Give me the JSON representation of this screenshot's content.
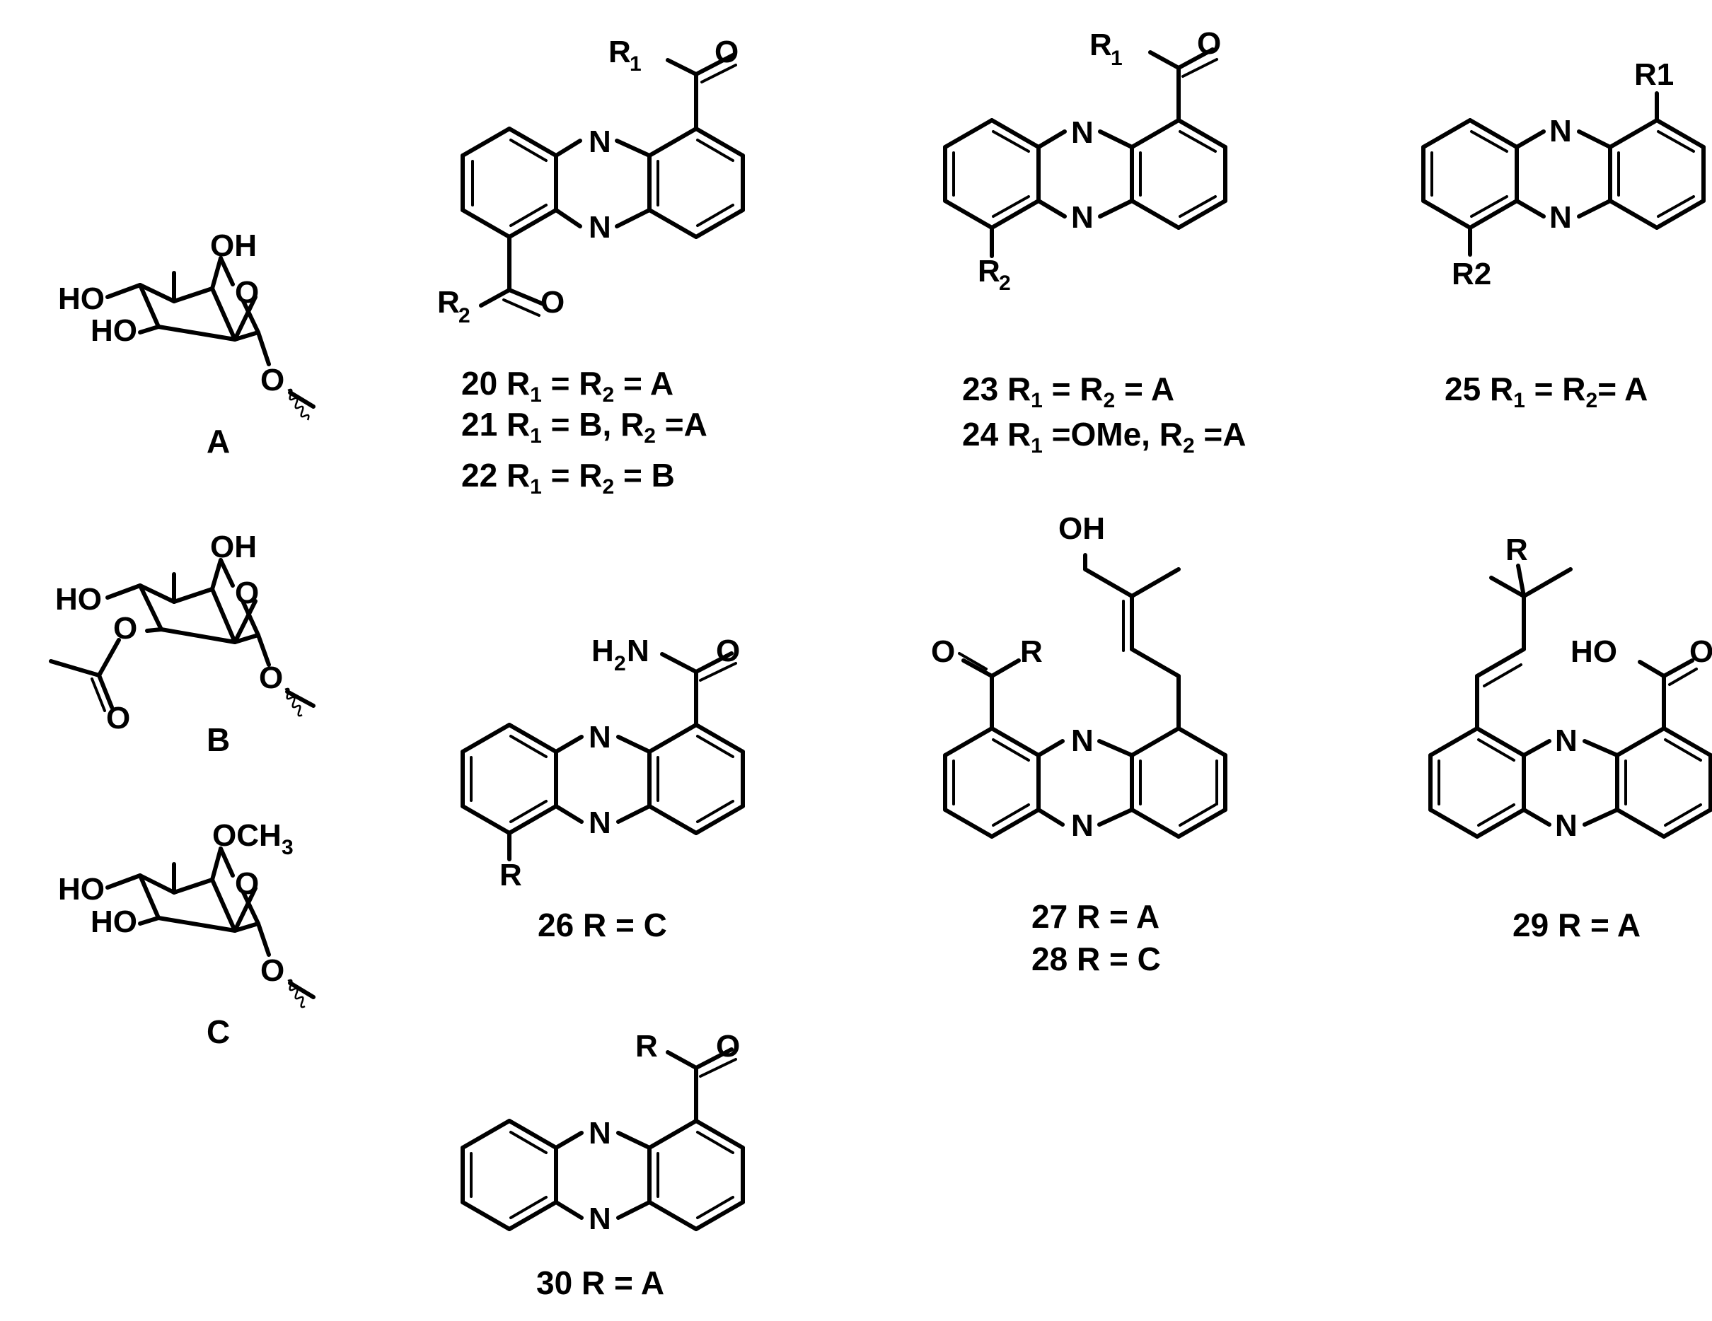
{
  "sugars": {
    "A": {
      "label": "A",
      "oh_top": "OH",
      "ring_o": "O",
      "ho_left": "HO",
      "ho_lower": "HO",
      "glyco_o": "O"
    },
    "B": {
      "label": "B",
      "oh_top": "OH",
      "ring_o": "O",
      "ho_left": "HO",
      "ester_o": "O",
      "carbonyl_o": "O",
      "glyco_o": "O"
    },
    "C": {
      "label": "C",
      "och3_top": "OCH",
      "och3_sub": "3",
      "ring_o": "O",
      "ho_left": "HO",
      "ho_lower": "HO",
      "glyco_o": "O"
    }
  },
  "compounds": {
    "c20": {
      "atoms": {
        "r1": "R",
        "r1_sub": "1",
        "o_top": "O",
        "r2": "R",
        "r2_sub": "2",
        "o_bot": "O",
        "n_top": "N",
        "n_bot": "N"
      },
      "captions": [
        {
          "a": "20  R",
          "s1": "1",
          "b": " = R",
          "s2": "2",
          "c": " = A"
        },
        {
          "a": "21  R",
          "s1": "1",
          "b": " = B, R",
          "s2": "2",
          "c": "  =A"
        },
        {
          "a": "22  R",
          "s1": "1",
          "b": " = R",
          "s2": "2",
          "c": " = B"
        }
      ]
    },
    "c23": {
      "atoms": {
        "r1": "R",
        "r1_sub": "1",
        "o_top": "O",
        "r2": "R",
        "r2_sub": "2",
        "n_top": "N",
        "n_bot": "N"
      },
      "captions": [
        {
          "a": "23 R",
          "s1": "1",
          "b": " = R",
          "s2": "2",
          "c": " = A"
        },
        {
          "a": "24 R",
          "s1": "1",
          "b": " =OMe, R",
          "s2": "2",
          "c": " =A"
        }
      ]
    },
    "c25": {
      "atoms": {
        "r1": "R1",
        "r2": "R2",
        "n_top": "N",
        "n_bot": "N"
      },
      "caption": {
        "a": "25 R",
        "s1": "1",
        "b": " = R",
        "s2": "2",
        "c": "= A"
      }
    },
    "c26": {
      "atoms": {
        "h2n": "H",
        "h2n_sub": "2",
        "h2n_n": "N",
        "o_top": "O",
        "r": "R",
        "n_top": "N",
        "n_bot": "N"
      },
      "caption": "26 R = C"
    },
    "c27": {
      "atoms": {
        "oh": "OH",
        "o_left": "O",
        "r": "R",
        "n_top": "N",
        "n_bot": "N"
      },
      "captions": [
        "27 R = A",
        "28 R = C"
      ]
    },
    "c29": {
      "atoms": {
        "r": "R",
        "ho": "HO",
        "o_right": "O",
        "n_top": "N",
        "n_bot": "N"
      },
      "caption": "29 R = A"
    },
    "c30": {
      "atoms": {
        "r": "R",
        "o_top": "O",
        "n_top": "N",
        "n_bot": "N"
      },
      "caption": "30 R = A"
    }
  }
}
